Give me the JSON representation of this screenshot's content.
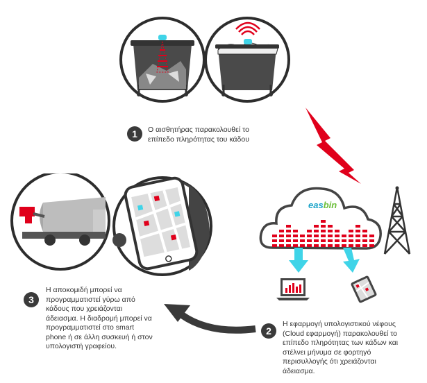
{
  "brand": {
    "part1": "eas",
    "part2": "bin",
    "color1": "#1aa3c8",
    "color2": "#6cbf3a"
  },
  "colors": {
    "accent_red": "#e0001b",
    "sensor_cyan": "#3fd4e8",
    "dark": "#3a3a3a",
    "gray": "#bdbdbd"
  },
  "steps": [
    {
      "number": "1",
      "text": "Ο αισθητήρας παρακολουθεί το\nεπίπεδο πληρότητας του κάδου"
    },
    {
      "number": "2",
      "text": "Η εφαρμογή υπολογιστικού νέφους\n(Cloud εφαρμογή) παρακολουθεί το\nεπίπεδο πληρότητας των κάδων και\nστέλνει μήνυμα σε φορτηγό\nπερισυλλογής ότι χρειάζονται\nάδειασμα."
    },
    {
      "number": "3",
      "text": "Η αποκομιδή μπορεί να\nπρογραμματιστεί γύρω από\nκάδους που χρειάζονται\nάδειασμα. Η διαδρομή μπορεί να\nπρογραμματιστεί στο smart\nphone ή σε άλλη συσκευή ή στον\nυπολογιστή γραφείου."
    }
  ],
  "icons": [
    "bin-empty-icon",
    "bin-full-icon",
    "lightning-icon",
    "cloud-icon",
    "antenna-tower-icon",
    "laptop-icon",
    "tablet-icon",
    "truck-icon",
    "phone-map-icon",
    "curved-arrow-icon"
  ]
}
